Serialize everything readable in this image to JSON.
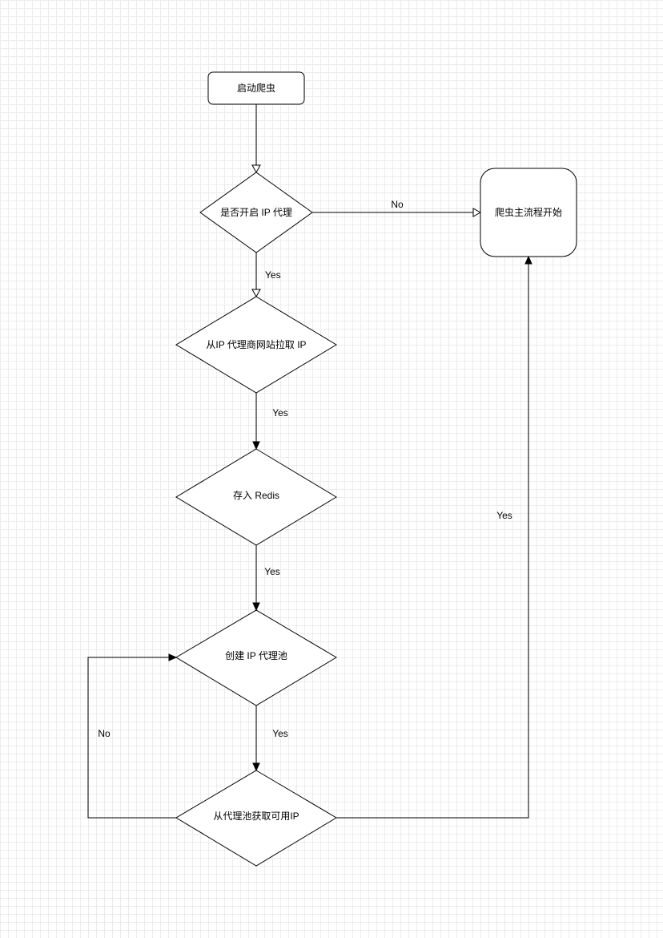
{
  "nodes": {
    "start": "启动爬虫",
    "check_proxy": "是否开启 IP 代理",
    "fetch_ip": "从IP 代理商网站拉取 IP",
    "save_redis": "存入 Redis",
    "create_pool": "创建 IP 代理池",
    "get_ip": "从代理池获取可用IP",
    "main_flow": "爬虫主流程开始"
  },
  "edges": {
    "check_to_main": "No",
    "check_to_fetch": "Yes",
    "fetch_to_save": "Yes",
    "save_to_pool": "Yes",
    "pool_to_get": "Yes",
    "get_to_pool": "No",
    "get_to_main": "Yes"
  }
}
